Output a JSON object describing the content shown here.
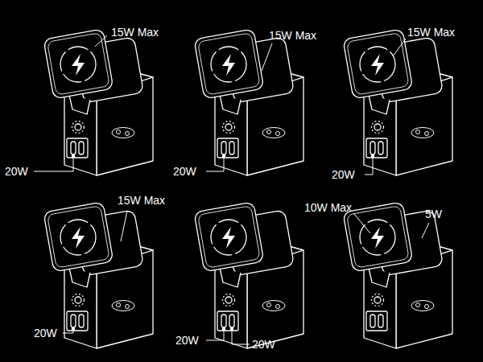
{
  "diagram": {
    "labels": [
      "15W Max",
      "20W",
      "15W Max",
      "20W",
      "15W Max",
      "20W",
      "15W Max",
      "20W",
      "20W",
      "20W",
      "10W Max",
      "5W"
    ]
  }
}
